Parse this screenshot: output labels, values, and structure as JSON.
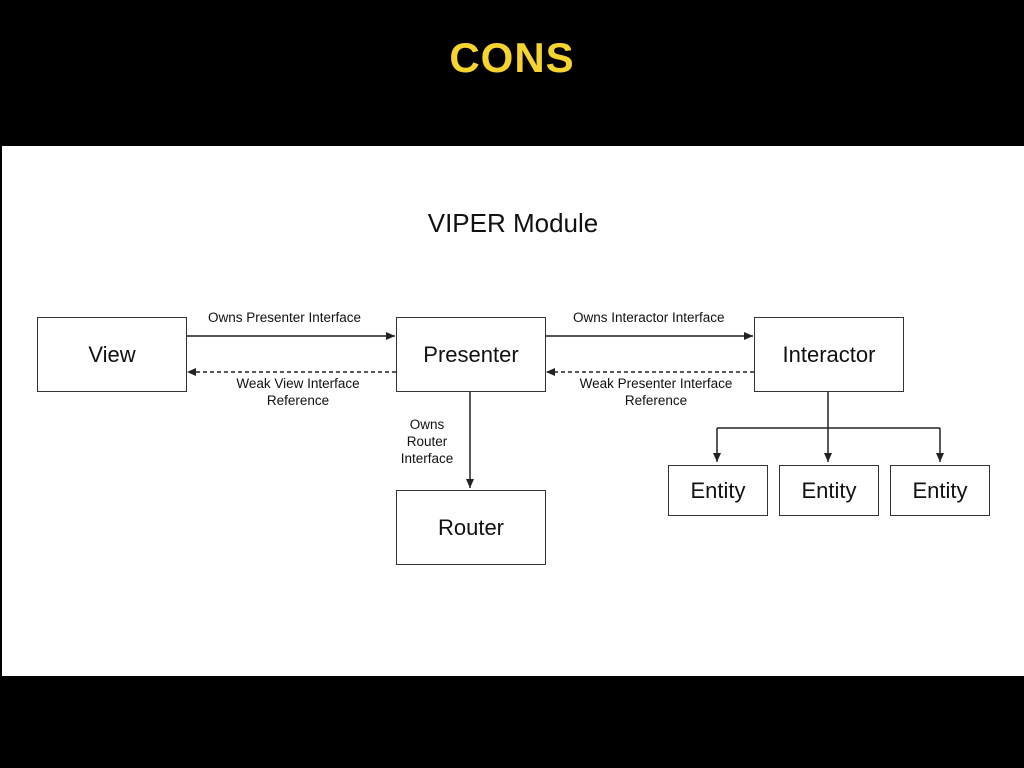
{
  "slide": {
    "title": "CONS"
  },
  "diagram": {
    "title": "VIPER Module",
    "nodes": {
      "view": "View",
      "presenter": "Presenter",
      "interactor": "Interactor",
      "router": "Router",
      "entity_1": "Entity",
      "entity_2": "Entity",
      "entity_3": "Entity"
    },
    "edges": {
      "owns_presenter": "Owns Presenter Interface",
      "weak_view_1": "Weak View Interface",
      "weak_view_2": "Reference",
      "owns_interactor": "Owns Interactor Interface",
      "weak_presenter_1": "Weak Presenter Interface",
      "weak_presenter_2": "Reference",
      "owns_router_1": "Owns",
      "owns_router_2": "Router",
      "owns_router_3": "Interface"
    }
  }
}
